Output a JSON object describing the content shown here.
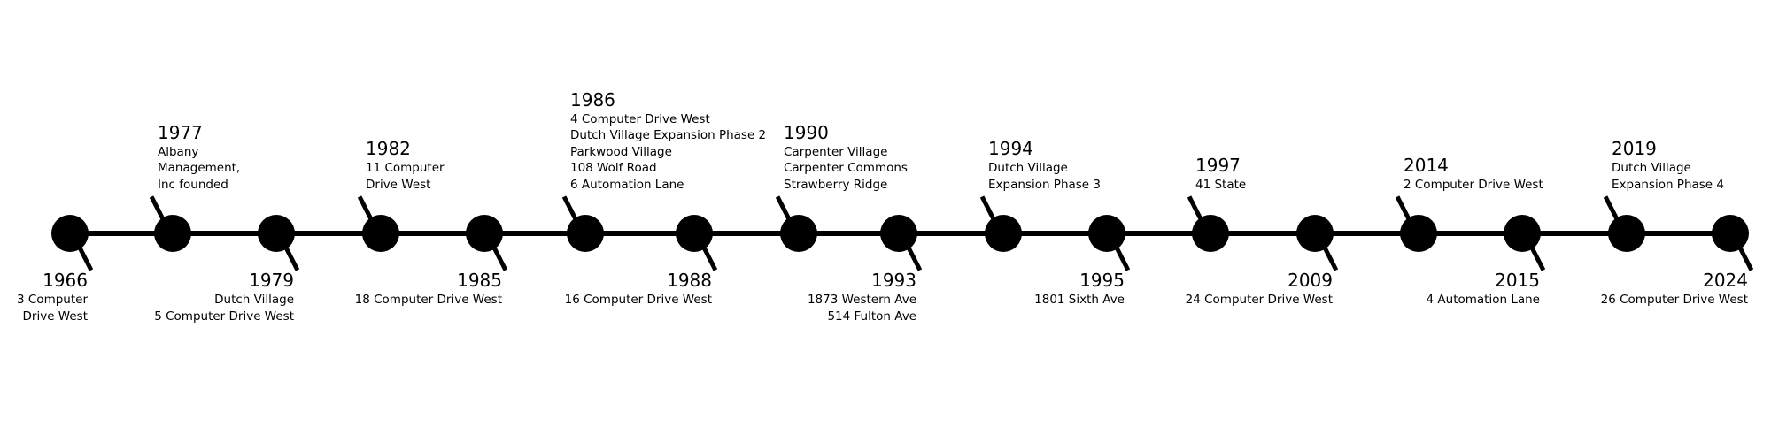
{
  "events": [
    {
      "year": "1966",
      "side": "bottom",
      "lines": [
        "3 Computer",
        "Drive West"
      ]
    },
    {
      "year": "1977",
      "side": "top",
      "lines": [
        "Albany",
        "Management,",
        "Inc founded"
      ]
    },
    {
      "year": "1979",
      "side": "bottom",
      "lines": [
        "Dutch Village",
        "5 Computer Drive West"
      ]
    },
    {
      "year": "1982",
      "side": "top",
      "lines": [
        "11 Computer",
        "Drive West"
      ]
    },
    {
      "year": "1985",
      "side": "bottom",
      "lines": [
        "18 Computer Drive West"
      ]
    },
    {
      "year": "1986",
      "side": "top",
      "lines": [
        "4 Computer Drive West",
        "Dutch Village Expansion Phase 2",
        "Parkwood Village",
        "108 Wolf Road",
        "6 Automation Lane"
      ]
    },
    {
      "year": "1988",
      "side": "bottom",
      "lines": [
        "16 Computer Drive West"
      ]
    },
    {
      "year": "1990",
      "side": "top",
      "lines": [
        "Carpenter Village",
        "Carpenter Commons",
        "Strawberry Ridge"
      ]
    },
    {
      "year": "1993",
      "side": "bottom",
      "lines": [
        "1873 Western Ave",
        "514 Fulton Ave"
      ]
    },
    {
      "year": "1994",
      "side": "top",
      "lines": [
        "Dutch Village",
        "Expansion Phase 3"
      ]
    },
    {
      "year": "1995",
      "side": "bottom",
      "lines": [
        "1801 Sixth Ave"
      ]
    },
    {
      "year": "1997",
      "side": "top",
      "lines": [
        "41 State"
      ]
    },
    {
      "year": "2009",
      "side": "bottom",
      "lines": [
        "24 Computer Drive West"
      ]
    },
    {
      "year": "2014",
      "side": "top",
      "lines": [
        "2 Computer Drive West"
      ]
    },
    {
      "year": "2015",
      "side": "bottom",
      "lines": [
        "4 Automation Lane"
      ]
    },
    {
      "year": "2019",
      "side": "top",
      "lines": [
        "Dutch Village",
        "Expansion Phase 4"
      ]
    },
    {
      "year": "2024",
      "side": "bottom",
      "lines": [
        "26 Computer Drive West"
      ]
    }
  ]
}
